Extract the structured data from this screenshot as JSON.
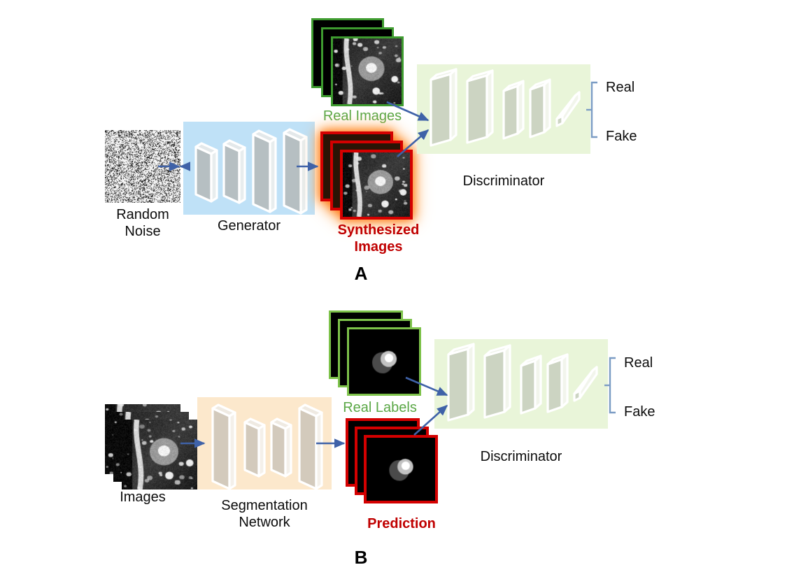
{
  "figure": {
    "panels": [
      {
        "id": "A",
        "label": "A",
        "blocks": {
          "input_label": "Random\nNoise",
          "generator_label": "Generator",
          "real_stack_label": "Real Images",
          "fake_stack_label": "Synthesized\nImages",
          "discriminator_label": "Discriminator",
          "output_top": "Real",
          "output_bottom": "Fake"
        },
        "generator_layers": 4,
        "discriminator_layers": 4,
        "stack_depth": 3
      },
      {
        "id": "B",
        "label": "B",
        "blocks": {
          "input_label": "Images",
          "generator_label": "Segmentation\nNetwork",
          "real_stack_label": "Real Labels",
          "fake_stack_label": "Prediction",
          "discriminator_label": "Discriminator",
          "output_top": "Real",
          "output_bottom": "Fake"
        },
        "generator_layers": 4,
        "discriminator_layers": 4,
        "stack_depth": 3
      }
    ],
    "colors": {
      "generator_box": "#bfe1f7",
      "segmentation_box": "#fce8cc",
      "discriminator_box": "#e9f5d9",
      "slab_face": "#b6bfc2",
      "slab_face_seg": "#d3cabc",
      "slab_face_disc": "#ccd4c2",
      "slab_edge": "#ffffff",
      "arrow": "#3f62a8",
      "bracket": "#7b9cc4",
      "real_text": "#5aa745",
      "fake_text": "#c00000",
      "real_border": "#3e9b2f",
      "fake_border": "#d40000",
      "glow": "#ff7a18"
    }
  }
}
